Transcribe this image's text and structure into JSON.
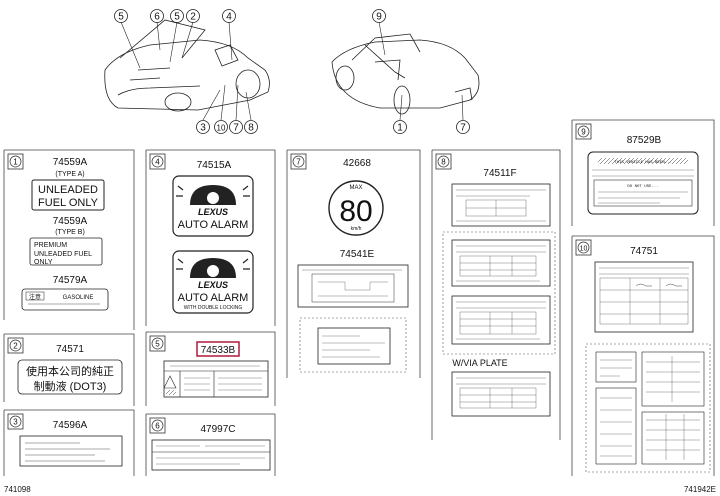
{
  "callouts_top_left": [
    "5",
    "6",
    "5",
    "2",
    "4",
    "3",
    "10",
    "7",
    "8"
  ],
  "callouts_top_right": [
    "9",
    "1",
    "7"
  ],
  "sections": {
    "s1": {
      "num": "1",
      "p1": "74559A",
      "p1_sub": "(TYPE A)",
      "label1_l1": "UNLEADED",
      "label1_l2": "FUEL ONLY",
      "p2": "74559A",
      "p2_sub": "(TYPE B)",
      "label2_l1": "PREMIUM",
      "label2_l2": "UNLEADED FUEL",
      "label2_l3": "ONLY",
      "p3": "74579A",
      "label3_left": "注意",
      "label3_right": "GASOLINE"
    },
    "s2": {
      "num": "2",
      "p1": "74571",
      "line1": "使用本公司的純正",
      "line2": "制動液 (DOT3)"
    },
    "s3": {
      "num": "3",
      "p1": "74596A"
    },
    "s4": {
      "num": "4",
      "p1": "74515A",
      "brand1": "LEXUS",
      "alarm1": "AUTO ALARM",
      "brand2": "LEXUS",
      "alarm2": "AUTO ALARM",
      "alarm2_sub": "WITH DOUBLE LOCKING"
    },
    "s5": {
      "num": "5",
      "p1": "74533B"
    },
    "s6": {
      "num": "6",
      "p1": "47997C"
    },
    "s7": {
      "num": "7",
      "p1": "42668",
      "sign_top": "MAX",
      "sign_value": "80",
      "sign_unit": "km/h",
      "p2": "74541E"
    },
    "s8": {
      "num": "8",
      "p1": "74511F",
      "p2": "W/VIA PLATE"
    },
    "s9": {
      "num": "9",
      "p1": "87529B",
      "text1": "THIS VEHICLE HAS BEEN...",
      "text2": "DO NOT USE..."
    },
    "s10": {
      "num": "10",
      "p1": "74751"
    }
  },
  "footer": {
    "left": "741098",
    "right": "741942E"
  }
}
